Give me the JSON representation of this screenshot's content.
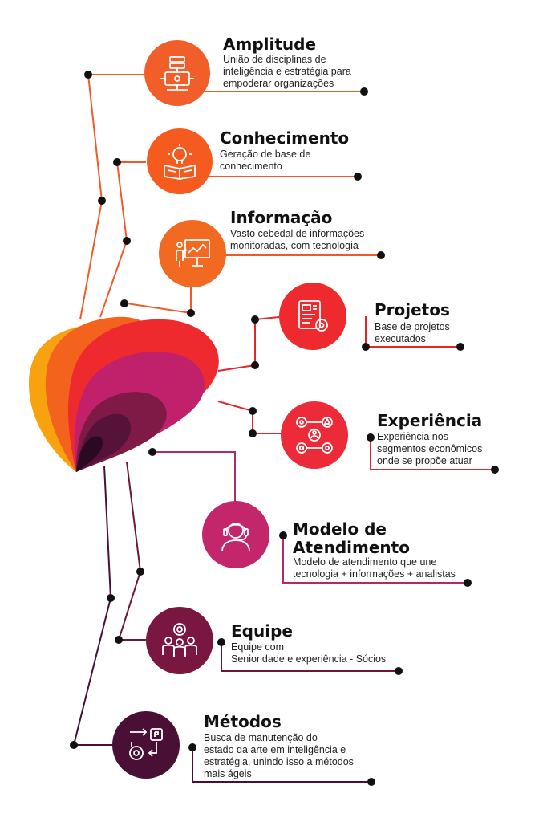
{
  "items": [
    {
      "key": "amplitude",
      "title": "Amplitude",
      "desc": "União de disciplinas de\ninteligência e estratégia para\nempoderar organizações",
      "color": "#F25E2A",
      "icon": "server-network-icon"
    },
    {
      "key": "conhecimento",
      "title": "Conhecimento",
      "desc": "Geração de base de\nconhecimento",
      "color": "#F55B1F",
      "icon": "lightbulb-book-icon"
    },
    {
      "key": "informacao",
      "title": "Informação",
      "desc": "Vasto cebedal de informações\nmonitoradas, com tecnologia",
      "color": "#F26A22",
      "icon": "presentation-board-icon"
    },
    {
      "key": "projetos",
      "title": "Projetos",
      "desc": "Base de projetos\nexecutados",
      "color": "#EE2A2F",
      "icon": "document-gear-icon"
    },
    {
      "key": "experiencia",
      "title": "Experiência",
      "desc": "Experiência nos\nsegmentos econômicos\nonde se propõe atuar",
      "color": "#EC2A38",
      "icon": "network-shapes-icon"
    },
    {
      "key": "modelo",
      "title": "Modelo de\nAtendimento",
      "desc": "Modelo de atendimento que une\ntecnologia + informações + analistas",
      "color": "#C4266B",
      "icon": "headset-agent-icon"
    },
    {
      "key": "equipe",
      "title": "Equipe",
      "desc": "Equipe com\nSenioridade e experiência - Sócios",
      "color": "#7A1740",
      "icon": "team-gear-icon"
    },
    {
      "key": "metodos",
      "title": "Métodos",
      "desc": "Busca de manutenção do\nestado da arte em inteligência e\nestratégia, unindo isso a métodos\nmais ágeis",
      "color": "#4A0F35",
      "icon": "workflow-icon"
    }
  ]
}
